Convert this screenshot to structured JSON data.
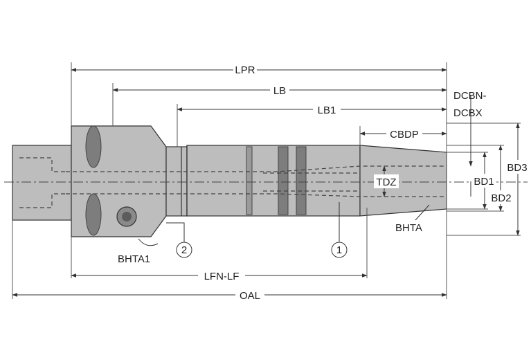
{
  "labels": {
    "lpr": "LPR",
    "lb": "LB",
    "lb1": "LB1",
    "dcbn": "DCBN-",
    "dcbx": "DCBX",
    "cbdp": "CBDP",
    "tdz": "TDZ",
    "bd1": "BD1",
    "bd2": "BD2",
    "bd3": "BD3",
    "bhta": "BHTA",
    "bhta1": "BHTA1",
    "lfn_lf": "LFN-LF",
    "oal": "OAL",
    "callout_1": "1",
    "callout_2": "2"
  }
}
